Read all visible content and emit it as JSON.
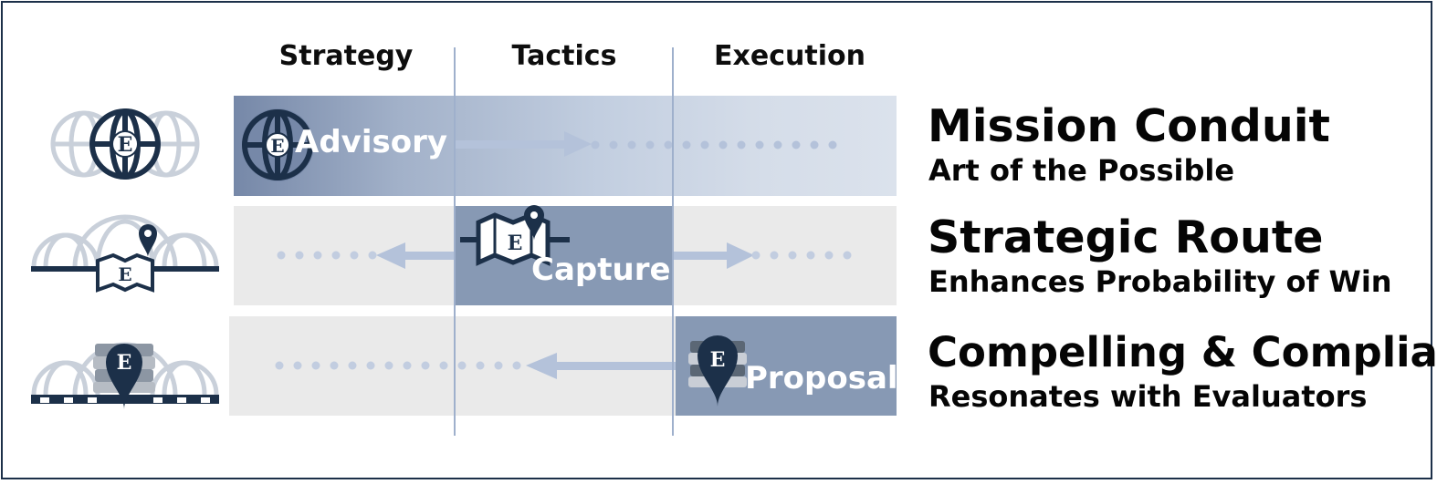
{
  "columns": {
    "strategy": "Strategy",
    "tactics": "Tactics",
    "execution": "Execution"
  },
  "rows": [
    {
      "band_label": "Advisory",
      "title": "Mission Conduit",
      "subtitle": "Art of the Possible",
      "icon": "globe-e-icon"
    },
    {
      "band_label": "Capture",
      "title": "Strategic Route",
      "subtitle": "Enhances Probability of Win",
      "icon": "map-pin-e-icon"
    },
    {
      "band_label": "Proposal",
      "title": "Compelling & Compliant",
      "subtitle": "Resonates with Evaluators",
      "icon": "books-pin-e-icon"
    }
  ],
  "logo_letter": "E",
  "colors": {
    "navy": "#1c3049",
    "band_dark": "#8799b4",
    "band_light": "#eaeaea",
    "arrow": "#b7c4dc",
    "divider": "#9fb0cc"
  }
}
